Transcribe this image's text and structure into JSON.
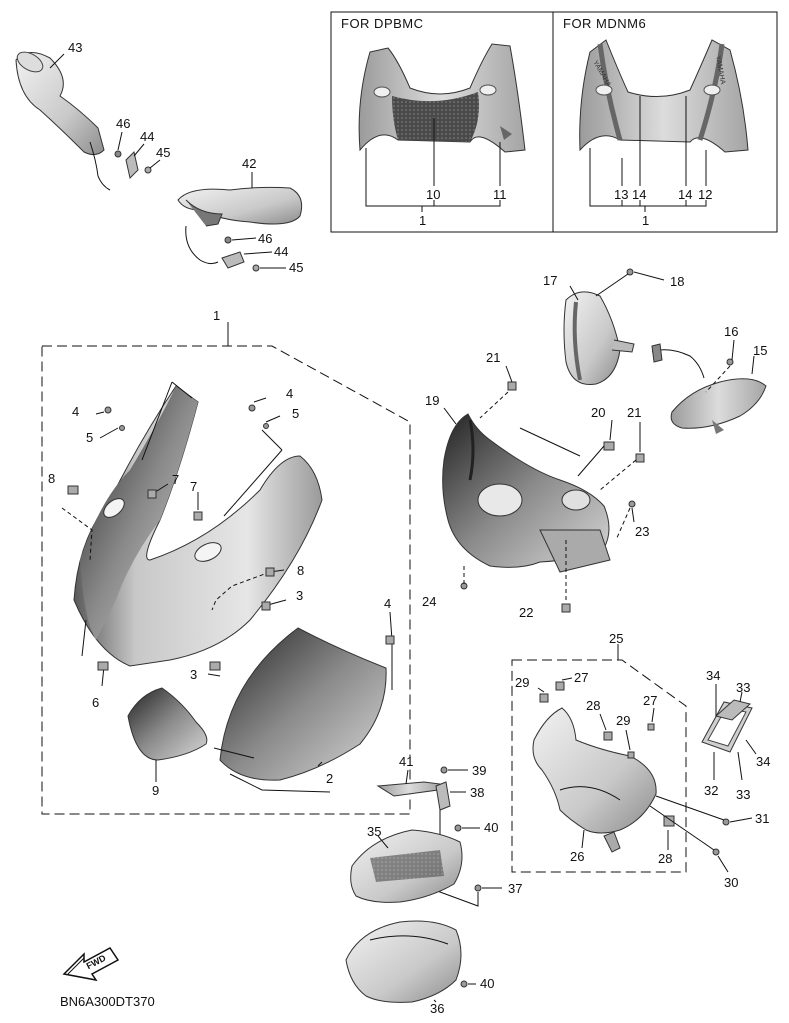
{
  "insets": {
    "dpbmc_title": "FOR  DPBMC",
    "mdnm6_title": "FOR  MDNM6"
  },
  "labels": {
    "n1": "1",
    "n2": "2",
    "n3": "3",
    "n4": "4",
    "n5": "5",
    "n6": "6",
    "n7": "7",
    "n8": "8",
    "n9": "9",
    "n10": "10",
    "n11": "11",
    "n12": "12",
    "n13": "13",
    "n14": "14",
    "n15": "15",
    "n16": "16",
    "n17": "17",
    "n18": "18",
    "n19": "19",
    "n20": "20",
    "n21": "21",
    "n22": "22",
    "n23": "23",
    "n24": "24",
    "n25": "25",
    "n26": "26",
    "n27": "27",
    "n28": "28",
    "n29": "29",
    "n30": "30",
    "n31": "31",
    "n32": "32",
    "n33": "33",
    "n34": "34",
    "n35": "35",
    "n36": "36",
    "n37": "37",
    "n38": "38",
    "n39": "39",
    "n40": "40",
    "n41": "41",
    "n42": "42",
    "n43": "43",
    "n44": "44",
    "n45": "45",
    "n46": "46"
  },
  "fwd_label": "FWD",
  "diagram_code": "BN6A300DT370"
}
